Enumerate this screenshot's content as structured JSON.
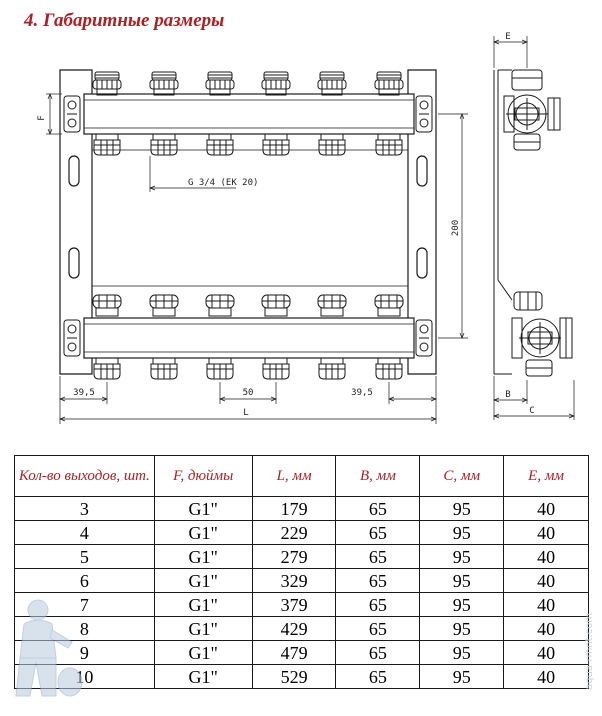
{
  "section_title": "4. Габаритные размеры",
  "drawing": {
    "label_thread": "G 3/4 (EK 20)",
    "label_height": "200",
    "label_left_offset": "39,5",
    "label_pitch": "50",
    "label_right_offset": "39,5",
    "label_L": "L",
    "label_F": "F",
    "label_E": "E",
    "label_B": "B",
    "label_C": "C"
  },
  "table": {
    "headers": [
      "Кол-во выходов, шт.",
      "F, дюймы",
      "L, мм",
      "B, мм",
      "C, мм",
      "E, мм"
    ],
    "rows": [
      [
        "3",
        "G1\"",
        "179",
        "65",
        "95",
        "40"
      ],
      [
        "4",
        "G1\"",
        "229",
        "65",
        "95",
        "40"
      ],
      [
        "5",
        "G1\"",
        "279",
        "65",
        "95",
        "40"
      ],
      [
        "6",
        "G1\"",
        "329",
        "65",
        "95",
        "40"
      ],
      [
        "7",
        "G1\"",
        "379",
        "65",
        "95",
        "40"
      ],
      [
        "8",
        "G1\"",
        "429",
        "65",
        "95",
        "40"
      ],
      [
        "9",
        "G1\"",
        "479",
        "65",
        "95",
        "40"
      ],
      [
        "10",
        "G1\"",
        "529",
        "65",
        "95",
        "40"
      ]
    ]
  },
  "watermark": "aqua-rmnt.com",
  "colors": {
    "accent": "#b01e24",
    "line": "#1a1a1a"
  }
}
